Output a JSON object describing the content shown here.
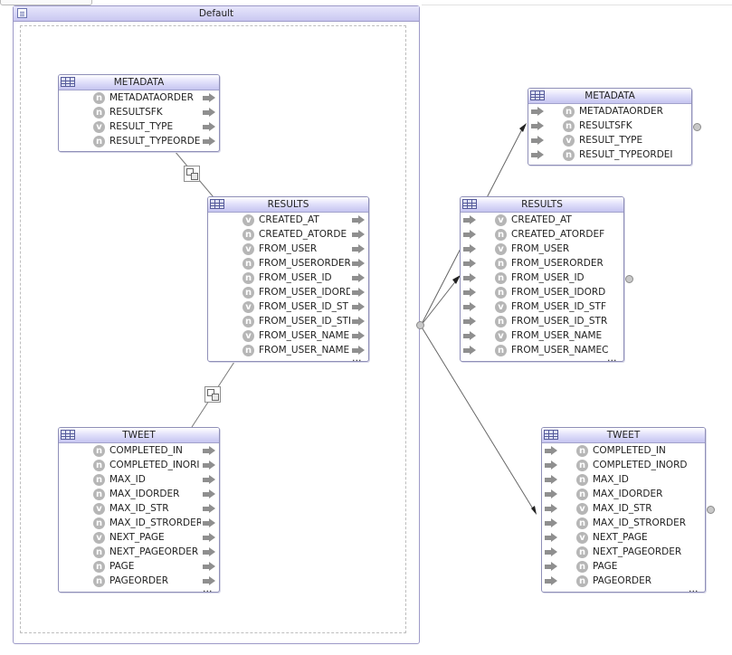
{
  "group": {
    "title": "Default"
  },
  "tables": {
    "metadata_l": {
      "title": "METADATA",
      "columns": [
        {
          "type": "n",
          "name": "METADATAORDER"
        },
        {
          "type": "n",
          "name": "RESULTSFK"
        },
        {
          "type": "v",
          "name": "RESULT_TYPE"
        },
        {
          "type": "n",
          "name": "RESULT_TYPEORDE"
        }
      ],
      "ellipsis": ""
    },
    "results_l": {
      "title": "RESULTS",
      "columns": [
        {
          "type": "v",
          "name": "CREATED_AT"
        },
        {
          "type": "n",
          "name": "CREATED_ATORDE"
        },
        {
          "type": "v",
          "name": "FROM_USER"
        },
        {
          "type": "n",
          "name": "FROM_USERORDER"
        },
        {
          "type": "n",
          "name": "FROM_USER_ID"
        },
        {
          "type": "n",
          "name": "FROM_USER_IDORD"
        },
        {
          "type": "v",
          "name": "FROM_USER_ID_ST"
        },
        {
          "type": "n",
          "name": "FROM_USER_ID_STI"
        },
        {
          "type": "v",
          "name": "FROM_USER_NAME"
        },
        {
          "type": "n",
          "name": "FROM_USER_NAME"
        }
      ],
      "ellipsis": "..."
    },
    "tweet_l": {
      "title": "TWEET",
      "columns": [
        {
          "type": "n",
          "name": "COMPLETED_IN"
        },
        {
          "type": "n",
          "name": "COMPLETED_INORI"
        },
        {
          "type": "n",
          "name": "MAX_ID"
        },
        {
          "type": "n",
          "name": "MAX_IDORDER"
        },
        {
          "type": "v",
          "name": "MAX_ID_STR"
        },
        {
          "type": "n",
          "name": "MAX_ID_STRORDER"
        },
        {
          "type": "v",
          "name": "NEXT_PAGE"
        },
        {
          "type": "n",
          "name": "NEXT_PAGEORDER"
        },
        {
          "type": "n",
          "name": "PAGE"
        },
        {
          "type": "n",
          "name": "PAGEORDER"
        }
      ],
      "ellipsis": "..."
    },
    "metadata_r": {
      "title": "METADATA",
      "columns": [
        {
          "type": "n",
          "name": "METADATAORDER"
        },
        {
          "type": "n",
          "name": "RESULTSFK"
        },
        {
          "type": "v",
          "name": "RESULT_TYPE"
        },
        {
          "type": "n",
          "name": "RESULT_TYPEORDEI"
        }
      ],
      "ellipsis": ""
    },
    "results_r": {
      "title": "RESULTS",
      "columns": [
        {
          "type": "v",
          "name": "CREATED_AT"
        },
        {
          "type": "n",
          "name": "CREATED_ATORDEF"
        },
        {
          "type": "v",
          "name": "FROM_USER"
        },
        {
          "type": "n",
          "name": "FROM_USERORDER"
        },
        {
          "type": "n",
          "name": "FROM_USER_ID"
        },
        {
          "type": "n",
          "name": "FROM_USER_IDORD"
        },
        {
          "type": "v",
          "name": "FROM_USER_ID_STF"
        },
        {
          "type": "n",
          "name": "FROM_USER_ID_STR"
        },
        {
          "type": "v",
          "name": "FROM_USER_NAME"
        },
        {
          "type": "n",
          "name": "FROM_USER_NAMEC"
        }
      ],
      "ellipsis": "..."
    },
    "tweet_r": {
      "title": "TWEET",
      "columns": [
        {
          "type": "n",
          "name": "COMPLETED_IN"
        },
        {
          "type": "n",
          "name": "COMPLETED_INORD"
        },
        {
          "type": "n",
          "name": "MAX_ID"
        },
        {
          "type": "n",
          "name": "MAX_IDORDER"
        },
        {
          "type": "v",
          "name": "MAX_ID_STR"
        },
        {
          "type": "n",
          "name": "MAX_ID_STRORDER"
        },
        {
          "type": "v",
          "name": "NEXT_PAGE"
        },
        {
          "type": "n",
          "name": "NEXT_PAGEORDER"
        },
        {
          "type": "n",
          "name": "PAGE"
        },
        {
          "type": "n",
          "name": "PAGEORDER"
        }
      ],
      "ellipsis": "..."
    }
  }
}
